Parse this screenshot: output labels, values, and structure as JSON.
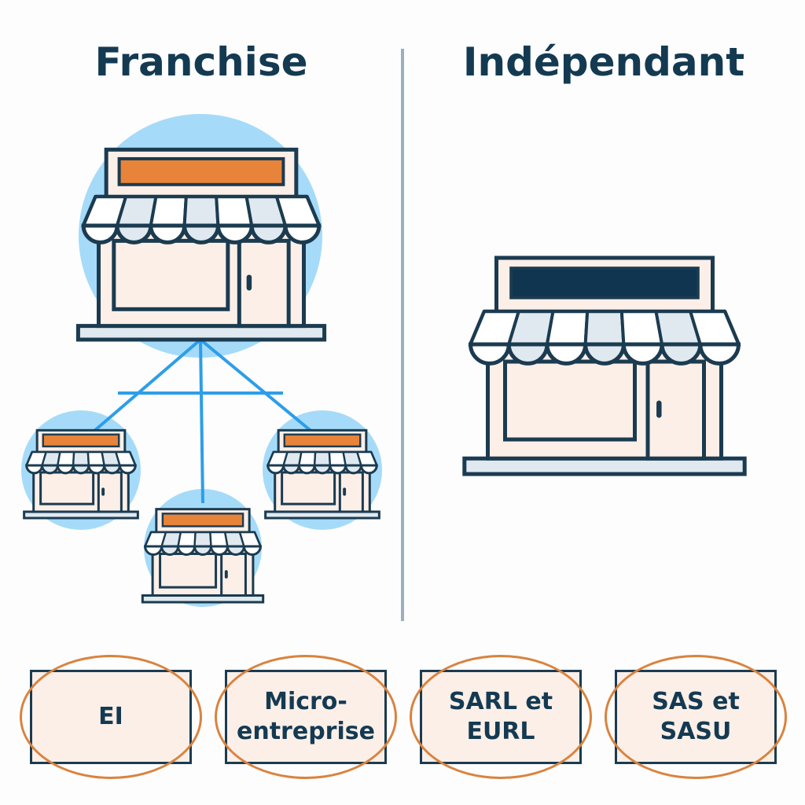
{
  "headings": {
    "left": "Franchise",
    "right": "Indépendant"
  },
  "colors": {
    "navy": "#1b3b50",
    "orange": "#e8833a",
    "store_fill": "#fbefe8",
    "halo": "#8fd2f7",
    "connector": "#2d9ee8",
    "divider": "#9aafbf",
    "ring": "#d9833f"
  },
  "legal_forms": [
    {
      "label": "EI"
    },
    {
      "label": "Micro-\nentreprise"
    },
    {
      "label": "SARL et\nEURL"
    },
    {
      "label": "SAS et\nSASU"
    }
  ]
}
